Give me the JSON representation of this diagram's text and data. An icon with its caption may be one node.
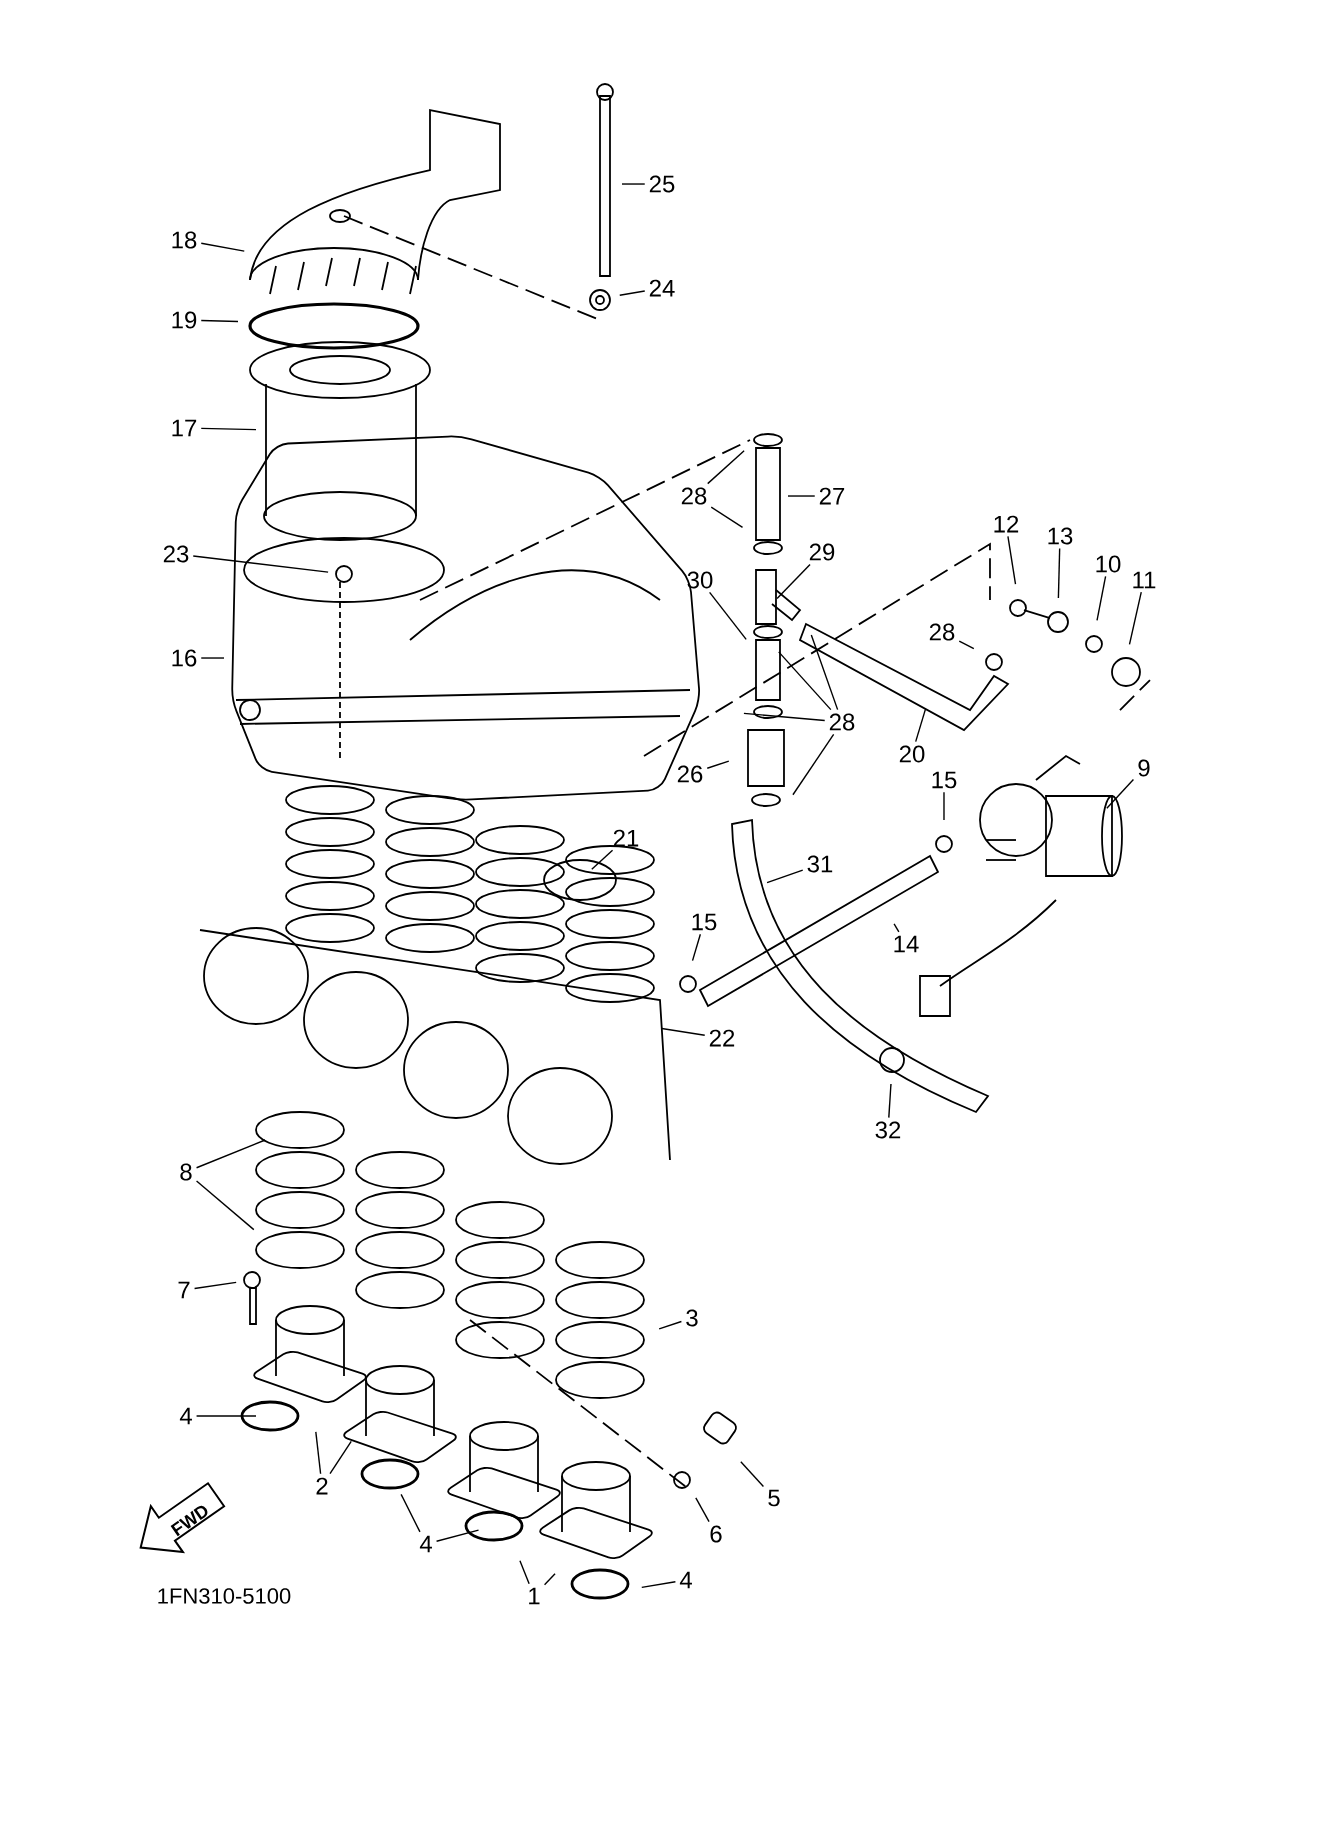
{
  "diagram": {
    "nodes": [
      {
        "text": [
          "25"
        ]
      },
      {
        "text": [
          "18"
        ]
      },
      {
        "text": [
          "24"
        ]
      },
      {
        "text": [
          "19"
        ]
      },
      {
        "text": [
          "17"
        ]
      },
      {
        "text": [
          "28"
        ]
      },
      {
        "text": [
          "27"
        ]
      },
      {
        "text": [
          "12"
        ]
      },
      {
        "text": [
          "13"
        ]
      },
      {
        "text": [
          "10"
        ]
      },
      {
        "text": [
          "11"
        ]
      },
      {
        "text": [
          "23"
        ]
      },
      {
        "text": [
          "29"
        ]
      },
      {
        "text": [
          "30"
        ]
      },
      {
        "text": [
          "28"
        ]
      },
      {
        "text": [
          "16"
        ]
      },
      {
        "text": [
          "28"
        ]
      },
      {
        "text": [
          "20"
        ]
      },
      {
        "text": [
          "26"
        ]
      },
      {
        "text": [
          "9"
        ]
      },
      {
        "text": [
          "15"
        ]
      },
      {
        "text": [
          "21"
        ]
      },
      {
        "text": [
          "31"
        ]
      },
      {
        "text": [
          "15"
        ]
      },
      {
        "text": [
          "14"
        ]
      },
      {
        "text": [
          "22"
        ]
      },
      {
        "text": [
          "32"
        ]
      },
      {
        "text": [
          "8"
        ]
      },
      {
        "text": [
          "7"
        ]
      },
      {
        "text": [
          "3"
        ]
      },
      {
        "text": [
          "4"
        ]
      },
      {
        "text": [
          "2"
        ]
      },
      {
        "text": [
          "5"
        ]
      },
      {
        "text": [
          "6"
        ]
      },
      {
        "text": [
          "4"
        ]
      },
      {
        "text": [
          "1"
        ]
      },
      {
        "text": [
          "4"
        ]
      }
    ],
    "edges": [
      {
        "from": 0,
        "to": null,
        "arrow": "none"
      },
      {
        "from": 1,
        "to": null,
        "arrow": "none"
      },
      {
        "from": 2,
        "to": null,
        "arrow": "none"
      },
      {
        "from": 3,
        "to": null,
        "arrow": "none"
      },
      {
        "from": 4,
        "to": null,
        "arrow": "none"
      },
      {
        "from": 5,
        "to": null,
        "arrow": "none"
      },
      {
        "from": 5,
        "to": null,
        "arrow": "none"
      },
      {
        "from": 6,
        "to": null,
        "arrow": "none"
      },
      {
        "from": 7,
        "to": null,
        "arrow": "none"
      },
      {
        "from": 8,
        "to": null,
        "arrow": "none"
      },
      {
        "from": 9,
        "to": null,
        "arrow": "none"
      },
      {
        "from": 10,
        "to": null,
        "arrow": "none"
      },
      {
        "from": 11,
        "to": null,
        "arrow": "none"
      },
      {
        "from": 12,
        "to": null,
        "arrow": "none"
      },
      {
        "from": 13,
        "to": null,
        "arrow": "none"
      },
      {
        "from": 14,
        "to": null,
        "arrow": "none"
      },
      {
        "from": 15,
        "to": null,
        "arrow": "none"
      },
      {
        "from": 16,
        "to": null,
        "arrow": "none"
      },
      {
        "from": 16,
        "to": null,
        "arrow": "none"
      },
      {
        "from": 16,
        "to": null,
        "arrow": "none"
      },
      {
        "from": 16,
        "to": null,
        "arrow": "none"
      },
      {
        "from": 17,
        "to": null,
        "arrow": "none"
      },
      {
        "from": 18,
        "to": null,
        "arrow": "none"
      },
      {
        "from": 19,
        "to": null,
        "arrow": "none"
      },
      {
        "from": 20,
        "to": null,
        "arrow": "none"
      },
      {
        "from": 21,
        "to": null,
        "arrow": "none"
      },
      {
        "from": 22,
        "to": null,
        "arrow": "none"
      },
      {
        "from": 23,
        "to": null,
        "arrow": "none"
      },
      {
        "from": 24,
        "to": null,
        "arrow": "none"
      },
      {
        "from": 25,
        "to": null,
        "arrow": "none"
      },
      {
        "from": 26,
        "to": null,
        "arrow": "none"
      },
      {
        "from": 27,
        "to": null,
        "arrow": "none"
      },
      {
        "from": 27,
        "to": null,
        "arrow": "none"
      },
      {
        "from": 28,
        "to": null,
        "arrow": "none"
      },
      {
        "from": 29,
        "to": null,
        "arrow": "none"
      },
      {
        "from": 30,
        "to": null,
        "arrow": "none"
      },
      {
        "from": 31,
        "to": null,
        "arrow": "none"
      },
      {
        "from": 31,
        "to": null,
        "arrow": "none"
      },
      {
        "from": 32,
        "to": null,
        "arrow": "none"
      },
      {
        "from": 33,
        "to": null,
        "arrow": "none"
      },
      {
        "from": 34,
        "to": null,
        "arrow": "none"
      },
      {
        "from": 34,
        "to": null,
        "arrow": "none"
      },
      {
        "from": 35,
        "to": null,
        "arrow": "none"
      },
      {
        "from": 35,
        "to": null,
        "arrow": "none"
      },
      {
        "from": 36,
        "to": null,
        "arrow": "none"
      }
    ],
    "labels": [
      "FWD",
      "1FN310-5100"
    ]
  }
}
